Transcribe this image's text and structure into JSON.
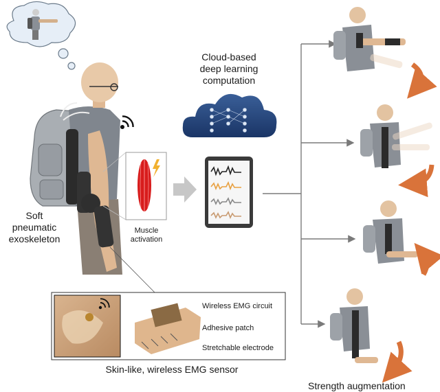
{
  "labels": {
    "cloud_line1": "Cloud-based",
    "cloud_line2": "deep learning",
    "cloud_line3": "computation",
    "soft_line1": "Soft",
    "soft_line2": "pneumatic",
    "soft_line3": "exoskeleton",
    "muscle_line1": "Muscle",
    "muscle_line2": "activation",
    "sensor_caption": "Skin-like, wireless EMG sensor",
    "wireless_emg_circuit": "Wireless EMG circuit",
    "adhesive_patch": "Adhesive patch",
    "stretchable_electrode": "Stretchable electrode",
    "strength_augmentation": "Strength augmentation"
  },
  "colors": {
    "accent_arrow": "#d9733a",
    "cloud_blue": "#1f3f73",
    "muscle_red": "#d81c1c",
    "signal_black": "#222222",
    "signal_orange": "#e8a040",
    "signal_gray": "#888888",
    "signal_tan": "#c89a70",
    "line_gray": "#7a7a7a"
  },
  "icons": [
    "thought-bubble",
    "wifi-icon",
    "cloud-network-icon",
    "tablet-icon",
    "lightning-icon",
    "right-arrow-icon",
    "curved-arrow-icon"
  ]
}
